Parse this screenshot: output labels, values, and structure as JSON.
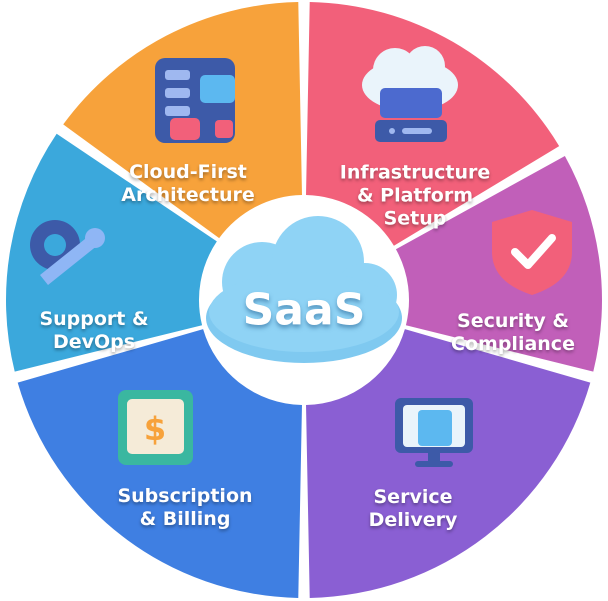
{
  "center": {
    "label": "SaaS",
    "color": "#8FD3F5"
  },
  "segments": [
    {
      "id": "cloud-first",
      "line1": "Cloud-First",
      "line2": "Architecture",
      "color": "#F7A23B",
      "icon": "server-diagram-icon"
    },
    {
      "id": "infrastructure",
      "line1": "Infrastructure",
      "line2": "& Platform",
      "line3": "Setup",
      "color": "#F2607A",
      "icon": "cloud-server-icon"
    },
    {
      "id": "security",
      "line1": "Security &",
      "line2": "Compliance",
      "color": "#C15FB9",
      "icon": "shield-check-icon"
    },
    {
      "id": "service-delivery",
      "line1": "Service",
      "line2": "Delivery",
      "color": "#8A5FD3",
      "icon": "monitor-icon"
    },
    {
      "id": "subscription",
      "line1": "Subscription",
      "line2": "& Billing",
      "color": "#3F7FE2",
      "icon": "dollar-card-icon"
    },
    {
      "id": "support",
      "line1": "Support &",
      "line2": "DevOps",
      "color": "#3BA8DC",
      "icon": "wrench-gear-icon"
    }
  ]
}
